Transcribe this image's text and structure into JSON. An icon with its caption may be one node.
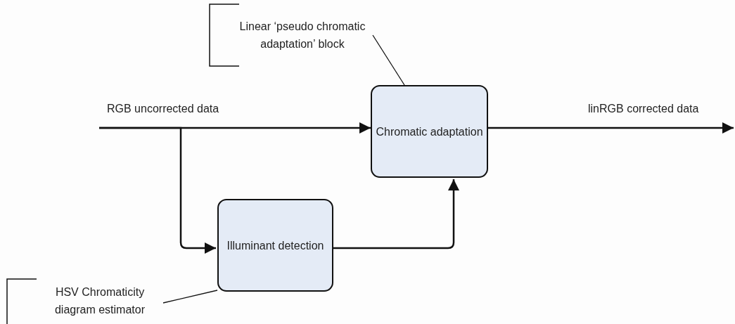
{
  "diagram": {
    "nodes": [
      {
        "text": [
          "Linear ‘pseudo chromatic adaptation’ block"
        ]
      },
      {
        "text": [
          "Chromatic adaptation"
        ]
      },
      {
        "text": [
          "Illuminant detection"
        ]
      },
      {
        "text": [
          "HSV Chromaticity diagram estimator"
        ]
      }
    ],
    "edges": [
      {
        "from": null,
        "to": 1,
        "arrow": "to",
        "label": "RGB uncorrected data"
      },
      {
        "from": null,
        "to": 2,
        "arrow": "to"
      },
      {
        "from": 2,
        "to": 1,
        "arrow": "to"
      },
      {
        "from": 1,
        "to": null,
        "arrow": "to",
        "label": "linRGB corrected data"
      },
      {
        "from": 0,
        "to": 1,
        "arrow": "none"
      },
      {
        "from": 3,
        "to": 2,
        "arrow": "none"
      }
    ]
  }
}
